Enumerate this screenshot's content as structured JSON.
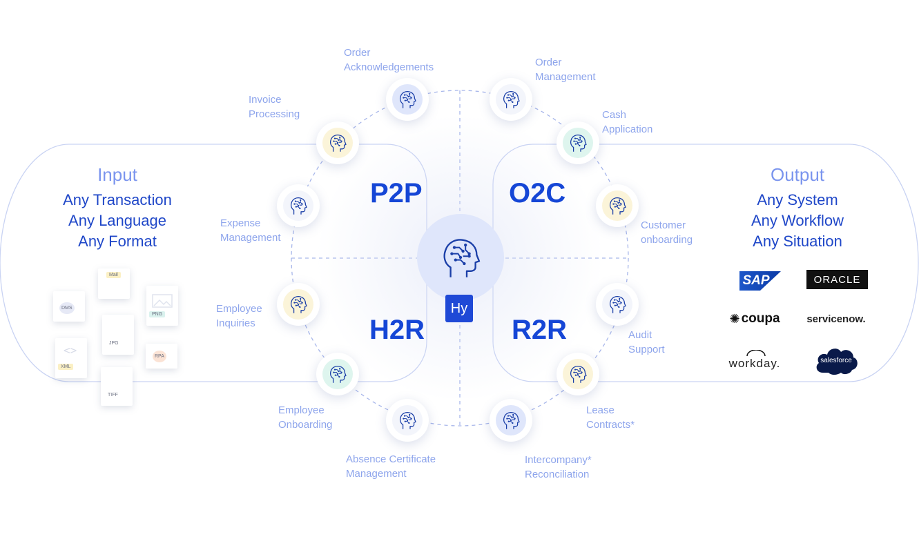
{
  "input_panel": {
    "title": "Input",
    "lines": [
      "Any Transaction",
      "Any Language",
      "Any Format"
    ],
    "file_types": [
      "Mail",
      "DMS",
      "PNG",
      "JPG",
      "XML",
      "RPA",
      "TIFF"
    ]
  },
  "output_panel": {
    "title": "Output",
    "lines": [
      "Any System",
      "Any Workflow",
      "Any Situation"
    ],
    "logos": [
      "SAP",
      "ORACLE",
      "coupa",
      "servicenow.",
      "workday.",
      "salesforce"
    ]
  },
  "quadrants": [
    "P2P",
    "O2C",
    "H2R",
    "R2R"
  ],
  "hub": {
    "badge": "Hy"
  },
  "processes": [
    {
      "line1": "Order",
      "line2": "Acknowledgements"
    },
    {
      "line1": "Order",
      "line2": "Management"
    },
    {
      "line1": "Invoice",
      "line2": "Processing"
    },
    {
      "line1": "Cash",
      "line2": "Application"
    },
    {
      "line1": "Expense",
      "line2": "Management"
    },
    {
      "line1": "Customer",
      "line2": "onboarding"
    },
    {
      "line1": "Employee",
      "line2": "Inquiries"
    },
    {
      "line1": "Audit",
      "line2": "Support"
    },
    {
      "line1": "Employee",
      "line2": "Onboarding"
    },
    {
      "line1": "Lease",
      "line2": "Contracts*"
    },
    {
      "line1": "Absence Certificate",
      "line2": "Management"
    },
    {
      "line1": "Intercompany*",
      "line2": "Reconciliation"
    }
  ],
  "colors": {
    "accent": "#1546d6",
    "label": "#8ea5ec",
    "line": "#a7b6ea"
  }
}
